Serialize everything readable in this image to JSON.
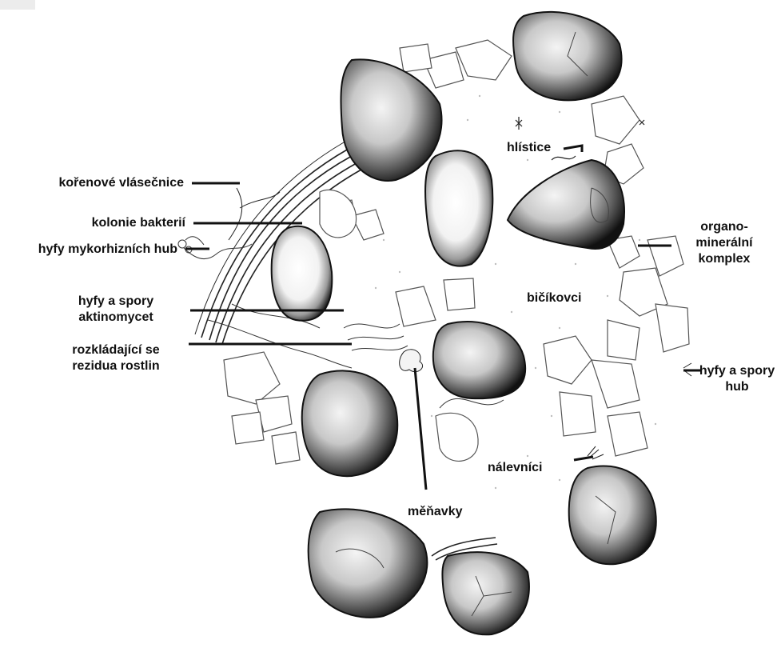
{
  "labels": {
    "root_hairs": "kořenové vlásečnice",
    "bacteria_colonies": "kolonie bakterií",
    "mycorrhizal_hyphae": "hyfy mykorhizních hub",
    "actinomycete_line1": "hyfy a spory",
    "actinomycete_line2": "aktinomycet",
    "plant_residue_line1": "rozkládající se",
    "plant_residue_line2": "rezidua rostlin",
    "nematodes": "hlístice",
    "organomineral_line1": "organo-",
    "organomineral_line2": "minerální",
    "organomineral_line3": "komplex",
    "flagellates": "bičíkovci",
    "fungal_hyphae_line1": "hyfy a spory",
    "fungal_hyphae_line2": "hub",
    "ciliates": "nálevníci",
    "amoebae": "měňavky"
  },
  "colors": {
    "ink": "#111111",
    "aggregate_fill": "#3a3a3a",
    "background": "#ffffff"
  }
}
